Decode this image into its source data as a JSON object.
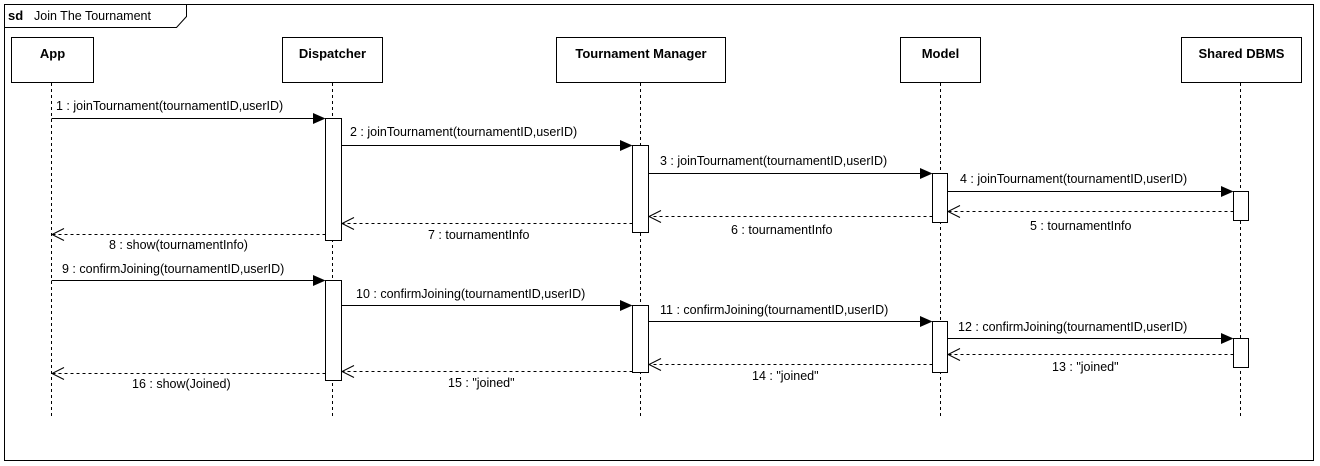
{
  "frame": {
    "keyword": "sd",
    "title": "Join The Tournament"
  },
  "lifelines": [
    {
      "id": "app",
      "label": "App"
    },
    {
      "id": "dispatcher",
      "label": "Dispatcher"
    },
    {
      "id": "tm",
      "label": "Tournament Manager"
    },
    {
      "id": "model",
      "label": "Model"
    },
    {
      "id": "dbms",
      "label": "Shared DBMS"
    }
  ],
  "messages": [
    {
      "label": "1 : joinTournament(tournamentID,userID)",
      "from": "app",
      "to": "dispatcher",
      "kind": "sync"
    },
    {
      "label": "2 : joinTournament(tournamentID,userID)",
      "from": "dispatcher",
      "to": "tm",
      "kind": "sync"
    },
    {
      "label": "3 : joinTournament(tournamentID,userID)",
      "from": "tm",
      "to": "model",
      "kind": "sync"
    },
    {
      "label": "4 : joinTournament(tournamentID,userID)",
      "from": "model",
      "to": "dbms",
      "kind": "sync"
    },
    {
      "label": "5 : tournamentInfo",
      "from": "dbms",
      "to": "model",
      "kind": "reply"
    },
    {
      "label": "6 : tournamentInfo",
      "from": "model",
      "to": "tm",
      "kind": "reply"
    },
    {
      "label": "7 : tournamentInfo",
      "from": "tm",
      "to": "dispatcher",
      "kind": "reply"
    },
    {
      "label": "8 : show(tournamentInfo)",
      "from": "dispatcher",
      "to": "app",
      "kind": "reply"
    },
    {
      "label": "9 : confirmJoining(tournamentID,userID)",
      "from": "app",
      "to": "dispatcher",
      "kind": "sync"
    },
    {
      "label": "10 : confirmJoining(tournamentID,userID)",
      "from": "dispatcher",
      "to": "tm",
      "kind": "sync"
    },
    {
      "label": "11 : confirmJoining(tournamentID,userID)",
      "from": "tm",
      "to": "model",
      "kind": "sync"
    },
    {
      "label": "12 : confirmJoining(tournamentID,userID)",
      "from": "model",
      "to": "dbms",
      "kind": "sync"
    },
    {
      "label": "13 : \"joined\"",
      "from": "dbms",
      "to": "model",
      "kind": "reply"
    },
    {
      "label": "14 : \"joined\"",
      "from": "model",
      "to": "tm",
      "kind": "reply"
    },
    {
      "label": "15 : \"joined\"",
      "from": "tm",
      "to": "dispatcher",
      "kind": "reply"
    },
    {
      "label": "16 : show(Joined)",
      "from": "dispatcher",
      "to": "app",
      "kind": "reply"
    }
  ]
}
